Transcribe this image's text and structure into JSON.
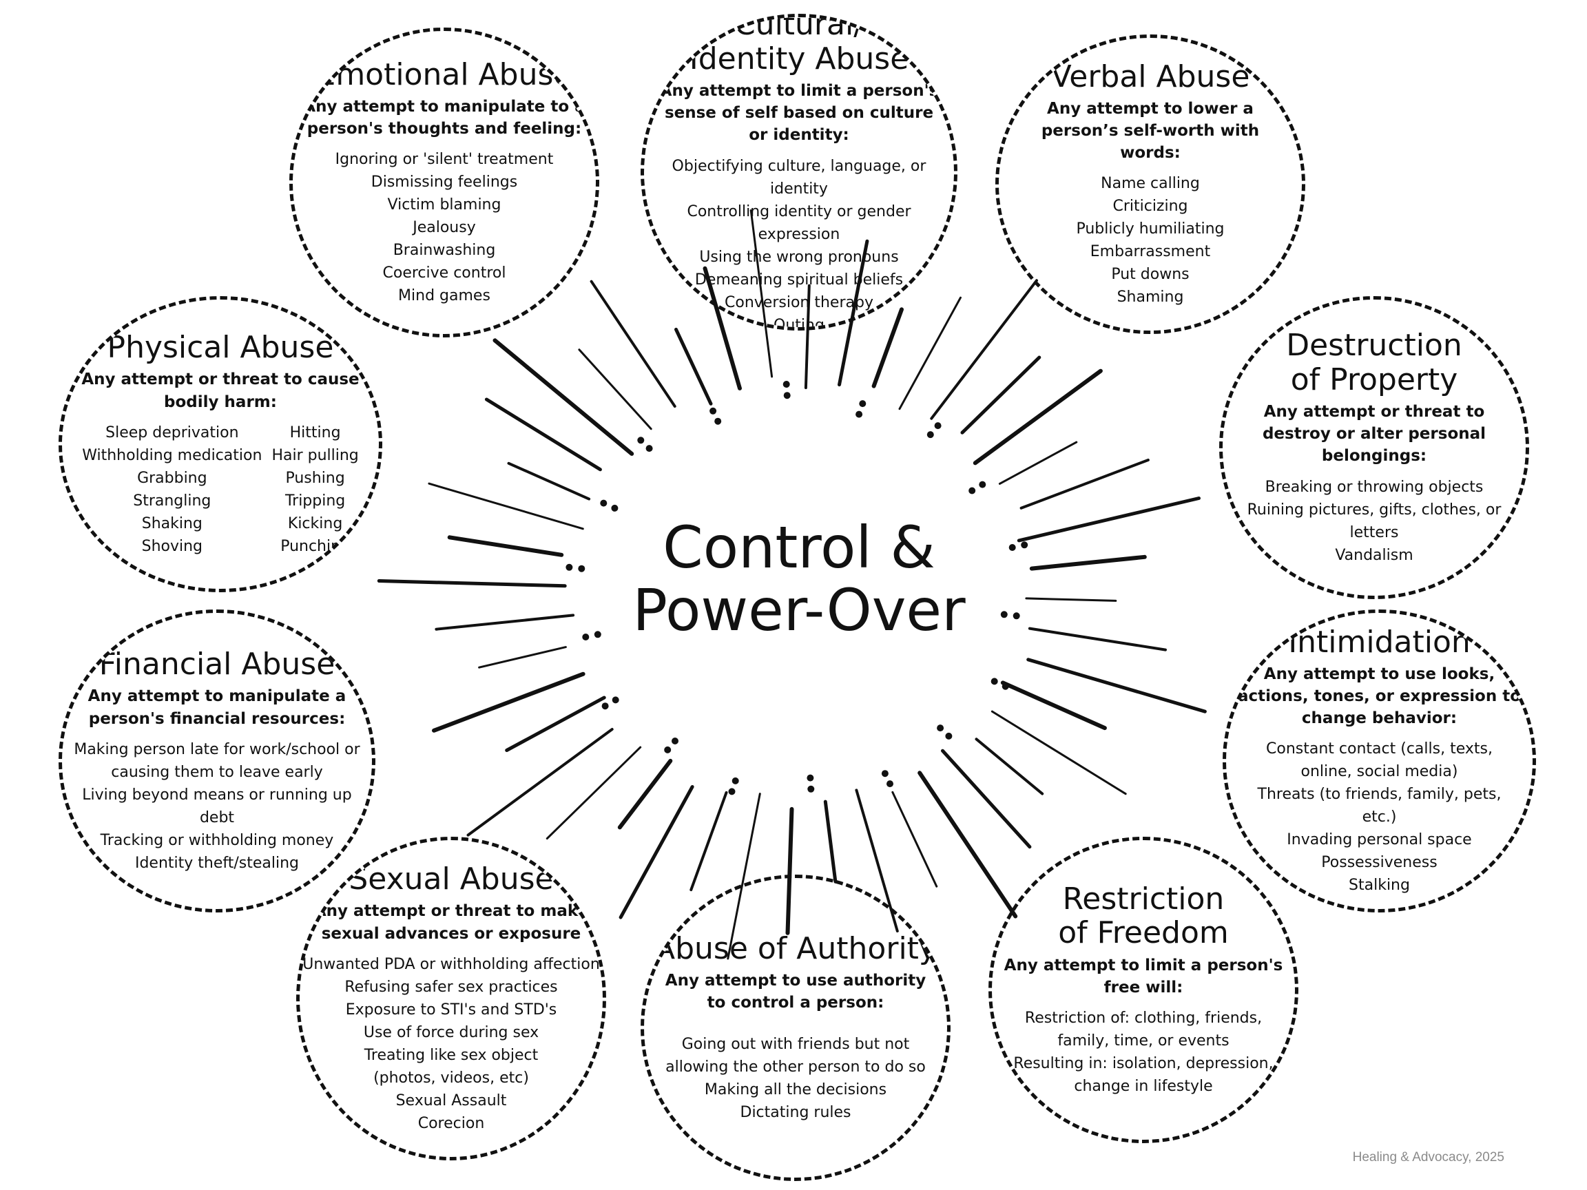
{
  "center": {
    "line1": "Control &",
    "line2": "Power-Over"
  },
  "colors": {
    "ink": "#111111",
    "background": "#ffffff",
    "credit": "#8a8a8a"
  },
  "categories": {
    "emotional": {
      "title": "Emotional Abuse",
      "definition": "Any attempt to manipulate to a person's thoughts and feeling:",
      "items": [
        "Ignoring or 'silent' treatment",
        "Dismissing feelings",
        "Victim blaming",
        "Jealousy",
        "Brainwashing",
        "Coercive control",
        "Mind games"
      ]
    },
    "cultural": {
      "title_line1": "Cultural/",
      "title_line2": "Identity Abuse",
      "definition": "Any attempt to limit a person's sense of self based on culture or identity:",
      "items": [
        "Objectifying culture, language, or identity",
        "Controlling identity or gender expression",
        "Using the wrong pronouns",
        "Demeaning spiritual beliefs",
        "Conversion therapy",
        "Outing"
      ]
    },
    "verbal": {
      "title": "Verbal Abuse",
      "definition": "Any attempt to lower a person’s self-worth with words:",
      "items": [
        "Name calling",
        "Criticizing",
        "Publicly humiliating",
        "Embarrassment",
        "Put downs",
        "Shaming"
      ]
    },
    "physical": {
      "title": "Physical Abuse",
      "definition": "Any attempt or threat to cause bodily harm:",
      "items_left": [
        "Sleep deprivation",
        "Withholding medication",
        "Grabbing",
        "Strangling",
        "Shaking",
        "Shoving"
      ],
      "items_right": [
        "Hitting",
        "Hair pulling",
        "Pushing",
        "Tripping",
        "Kicking",
        "Punching"
      ]
    },
    "property": {
      "title_line1": "Destruction",
      "title_line2": "of Property",
      "definition": "Any attempt or threat to destroy or alter personal belongings:",
      "items": [
        "Breaking or throwing objects",
        "Ruining pictures, gifts, clothes, or letters",
        "Vandalism"
      ]
    },
    "financial": {
      "title": "Financial Abuse",
      "definition": "Any attempt to manipulate a person's financial resources:",
      "items": [
        "Making person late for work/school or causing them to leave early",
        "Living beyond means or running up debt",
        "Tracking or withholding money",
        "Identity theft/stealing"
      ]
    },
    "intimidation": {
      "title": "Intimidation",
      "definition": "Any attempt to use looks, actions, tones, or expression to change behavior:",
      "items": [
        "Constant contact (calls, texts, online, social media)",
        "Threats (to friends, family, pets, etc.)",
        "Invading personal space",
        "Possessiveness",
        "Stalking"
      ]
    },
    "sexual": {
      "title": "Sexual Abuse",
      "definition": "Any attempt or threat to make sexual advances or exposure",
      "items": [
        "Unwanted PDA or withholding affection",
        "Refusing safer sex practices",
        "Exposure to STI's and STD's",
        "Use of force during sex",
        "Treating like sex object",
        "(photos, videos, etc)",
        "Sexual Assault",
        "Corecion"
      ]
    },
    "authority": {
      "title": "Abuse of Authority",
      "definition": "Any attempt to use authority to control a person:",
      "items": [
        "Going out with friends but not allowing the other person to do so",
        "Making all the decisions",
        "Dictating rules"
      ]
    },
    "freedom": {
      "title_line1": "Restriction",
      "title_line2": "of Freedom",
      "definition": "Any attempt to limit a person's free will:",
      "items": [
        "Restriction of: clothing, friends, family, time, or events",
        "Resulting in: isolation, depression, change in lifestyle"
      ]
    }
  },
  "credit": "Healing & Advocacy, 2025"
}
